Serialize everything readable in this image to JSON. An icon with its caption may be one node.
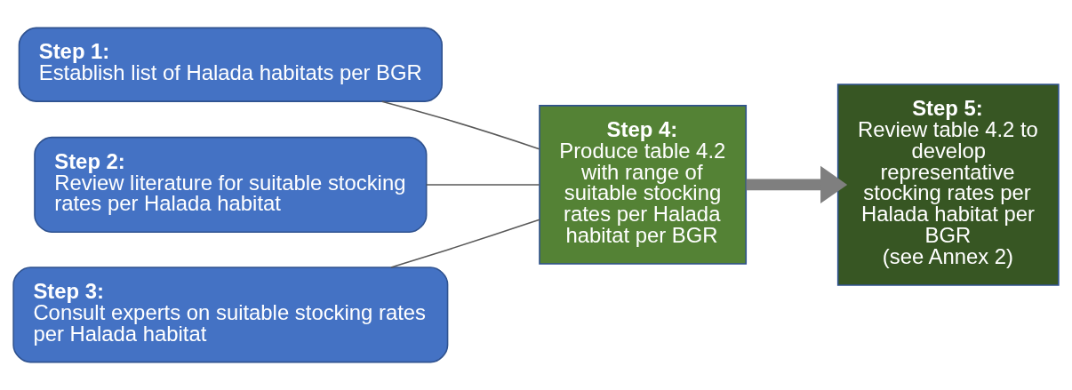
{
  "diagram": {
    "nodes": [
      {
        "text": [
          "Step 1:",
          "Establish list of Halada habitats per BGR"
        ]
      },
      {
        "text": [
          "Step 2:",
          "Review literature for suitable stocking rates per Halada habitat"
        ]
      },
      {
        "text": [
          "Step 3:",
          "Consult experts on suitable stocking rates per Halada habitat"
        ]
      },
      {
        "text": [
          "Step 4:",
          "Produce table 4.2 with range of suitable stocking rates per Halada habitat per BGR"
        ]
      },
      {
        "text": [
          "Step 5:",
          "Review table 4.2 to develop representative stocking rates per Halada habitat per BGR",
          "(see Annex 2)"
        ]
      }
    ],
    "edges": [
      {
        "from": 0,
        "to": 3,
        "arrow": "none"
      },
      {
        "from": 1,
        "to": 3,
        "arrow": "none"
      },
      {
        "from": 2,
        "to": 3,
        "arrow": "none"
      },
      {
        "from": 3,
        "to": 4,
        "arrow": "to",
        "style": "thick",
        "color": "#7f7f7f"
      }
    ]
  }
}
